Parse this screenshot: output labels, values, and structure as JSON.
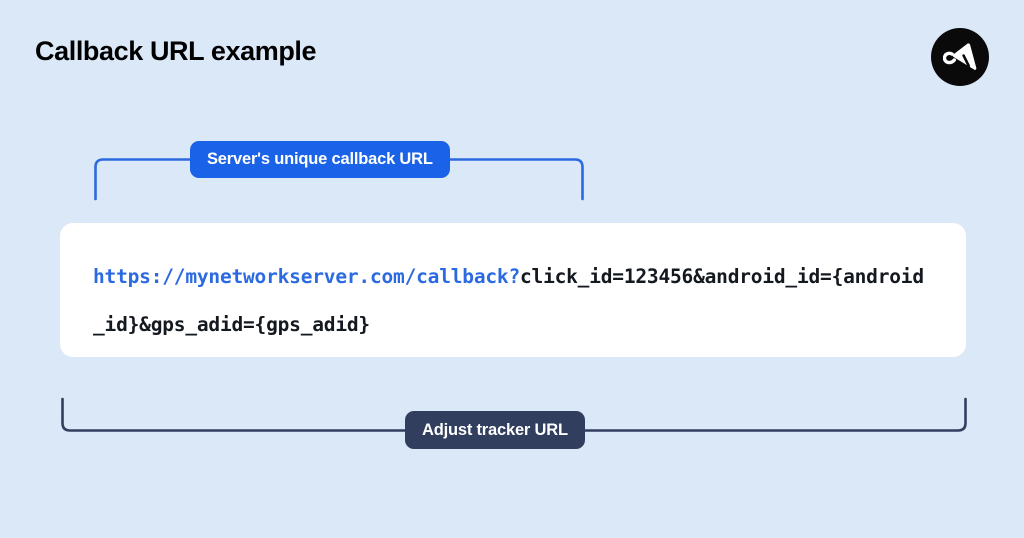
{
  "header": {
    "title": "Callback URL example",
    "logo_name": "adjust-logo"
  },
  "annotations": {
    "top_badge": {
      "label": "Server's unique callback URL",
      "color": "#1a62e8",
      "text_color": "#ffffff"
    },
    "bottom_badge": {
      "label": "Adjust tracker URL",
      "color": "#323e5e",
      "text_color": "#ffffff"
    }
  },
  "url_card": {
    "base_url": "https://mynetworkserver.com/callback?",
    "query_params": "click_id=123456&android_id={android_id}&gps_adid={gps_adid}",
    "full_url": "https://mynetworkserver.com/callback?click_id=123456&android_id={android_id}&gps_adid={gps_adid}",
    "base_color": "#2b6ae0",
    "params_color": "#14181f",
    "card_color": "#ffffff"
  },
  "theme": {
    "background": "#dbe8f8",
    "accent_blue": "#1a62e8",
    "accent_navy": "#323e5e",
    "title_color": "#000000"
  }
}
